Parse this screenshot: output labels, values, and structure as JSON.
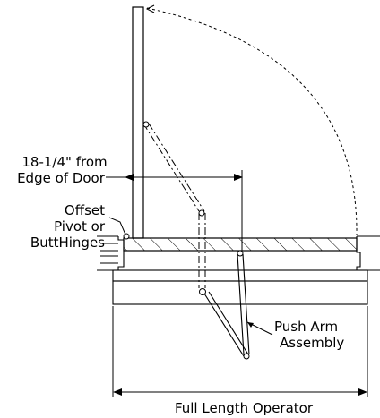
{
  "labels": {
    "dimension": [
      "18-1/4\" from",
      "Edge of Door"
    ],
    "hinge": [
      "Offset",
      "Pivot or",
      "ButtHinges"
    ],
    "push_arm": [
      "Push Arm",
      "Assembly"
    ],
    "operator": "Full Length Operator"
  }
}
